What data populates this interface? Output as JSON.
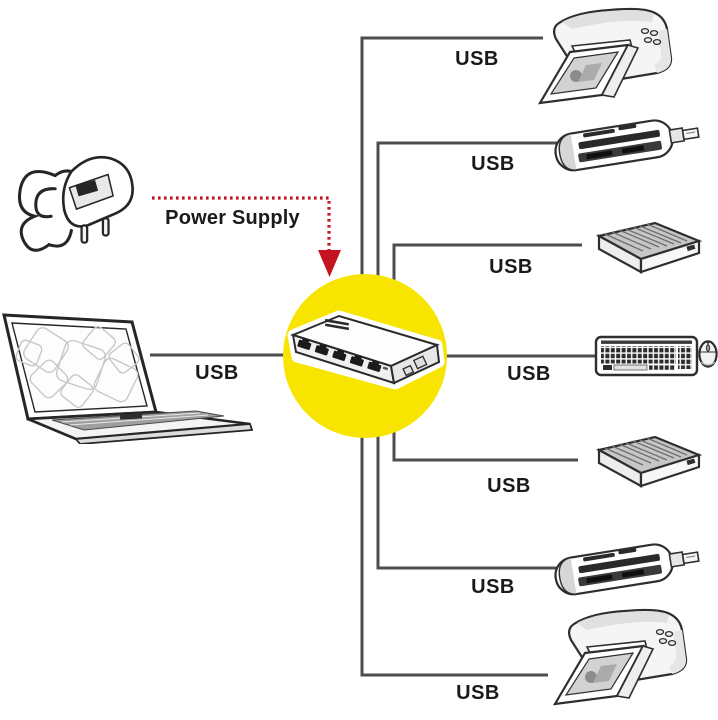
{
  "diagram": {
    "power_supply": {
      "device": "power-adapter",
      "label": "Power Supply"
    },
    "host": {
      "device": "laptop",
      "connection_label": "USB"
    },
    "hub": {
      "device": "usb-hub",
      "port_count": 5
    },
    "branches": [
      {
        "device": "printer",
        "connection_label": "USB"
      },
      {
        "device": "card-reader",
        "connection_label": "USB"
      },
      {
        "device": "external-drive",
        "connection_label": "USB"
      },
      {
        "device": "keyboard-mouse",
        "connection_label": "USB"
      },
      {
        "device": "external-drive",
        "connection_label": "USB"
      },
      {
        "device": "card-reader",
        "connection_label": "USB"
      },
      {
        "device": "printer",
        "connection_label": "USB"
      }
    ],
    "colors": {
      "connector_line": "#4D4D4F",
      "power_arrow_red": "#C41420",
      "hub_highlight_yellow": "#F7E400",
      "label_text": "#1A1A1A"
    }
  }
}
